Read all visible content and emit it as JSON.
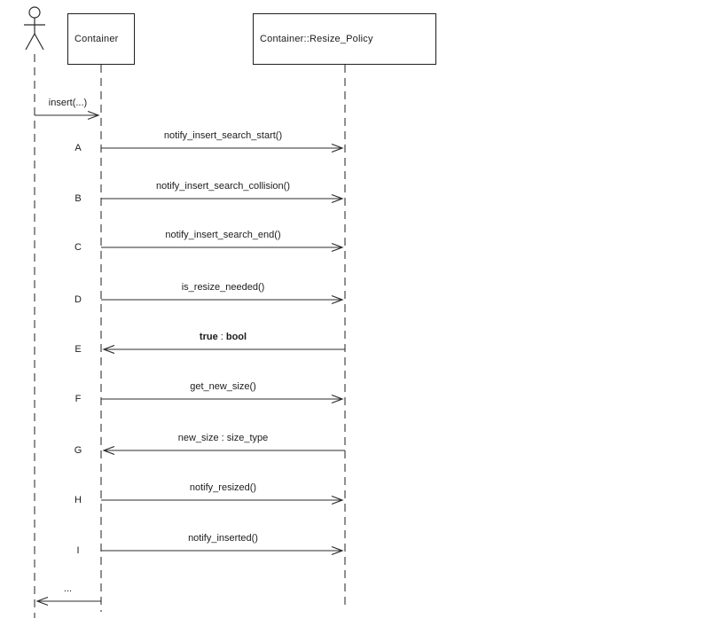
{
  "diagram": {
    "type": "uml-sequence-diagram",
    "participants": [
      {
        "label": "Container"
      },
      {
        "label": "Container::Resize_Policy"
      }
    ],
    "messages": [
      {
        "label": "insert(...)",
        "from": "actor",
        "to": "Container",
        "direction": "right"
      },
      {
        "letter": "A",
        "label": "notify_insert_search_start()",
        "from": "Container",
        "to": "Container::Resize_Policy",
        "direction": "right"
      },
      {
        "letter": "B",
        "label": "notify_insert_search_collision()",
        "from": "Container",
        "to": "Container::Resize_Policy",
        "direction": "right"
      },
      {
        "letter": "C",
        "label": "notify_insert_search_end()",
        "from": "Container",
        "to": "Container::Resize_Policy",
        "direction": "right"
      },
      {
        "letter": "D",
        "label": "is_resize_needed()",
        "from": "Container",
        "to": "Container::Resize_Policy",
        "direction": "right"
      },
      {
        "letter": "E",
        "value": "true",
        "separator": " : ",
        "type": "bool",
        "from": "Container::Resize_Policy",
        "to": "Container",
        "direction": "left"
      },
      {
        "letter": "F",
        "label": "get_new_size()",
        "from": "Container",
        "to": "Container::Resize_Policy",
        "direction": "right"
      },
      {
        "letter": "G",
        "label": "new_size : size_type",
        "from": "Container::Resize_Policy",
        "to": "Container",
        "direction": "left"
      },
      {
        "letter": "H",
        "label": "notify_resized()",
        "from": "Container",
        "to": "Container::Resize_Policy",
        "direction": "right"
      },
      {
        "letter": "I",
        "label": "notify_inserted()",
        "from": "Container",
        "to": "Container::Resize_Policy",
        "direction": "right"
      },
      {
        "label": "...",
        "from": "Container",
        "to": "actor",
        "direction": "left"
      }
    ],
    "colors": {
      "line": "#2b2b2b",
      "lifeline": "#454545",
      "text": "#1c1c1c",
      "background": "#ffffff"
    }
  }
}
